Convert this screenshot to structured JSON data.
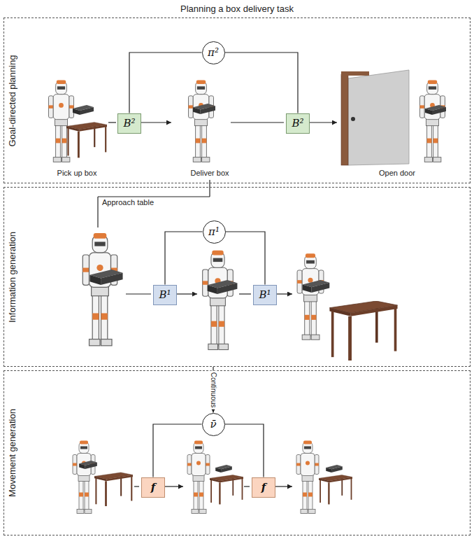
{
  "diagram": {
    "title": "Planning a box delivery task",
    "nodes": [
      {
        "text": [
          "Goal-directed planning"
        ]
      },
      {
        "text": [
          "π²"
        ],
        "in": 0
      },
      {
        "text": [
          "B²"
        ],
        "in": 0
      },
      {
        "text": [
          "B²"
        ],
        "in": 0
      },
      {
        "text": [
          "Information generation"
        ]
      },
      {
        "text": [
          "π¹"
        ],
        "in": 4
      },
      {
        "text": [
          "B¹"
        ],
        "in": 4
      },
      {
        "text": [
          "B¹"
        ],
        "in": 4
      },
      {
        "text": [
          "Movement generation"
        ]
      },
      {
        "text": [
          "ν̄"
        ],
        "in": 8
      },
      {
        "text": [
          "f"
        ],
        "in": 8
      },
      {
        "text": [
          "f"
        ],
        "in": 8
      }
    ],
    "edges": [
      {
        "from": 1,
        "to": 2,
        "arrow": "none"
      },
      {
        "from": 1,
        "to": 3,
        "arrow": "none"
      },
      {
        "from": 5,
        "to": 6,
        "arrow": "none"
      },
      {
        "from": 5,
        "to": 7,
        "arrow": "none"
      },
      {
        "from": 9,
        "to": 10,
        "arrow": "none"
      },
      {
        "from": 9,
        "to": 11,
        "arrow": "none"
      },
      {
        "from": 4,
        "to": 9,
        "label": "Continuous",
        "arrow": "to"
      }
    ],
    "labels": [
      "Pick up box",
      "Deliver box",
      "Open door",
      "Approach table"
    ]
  }
}
